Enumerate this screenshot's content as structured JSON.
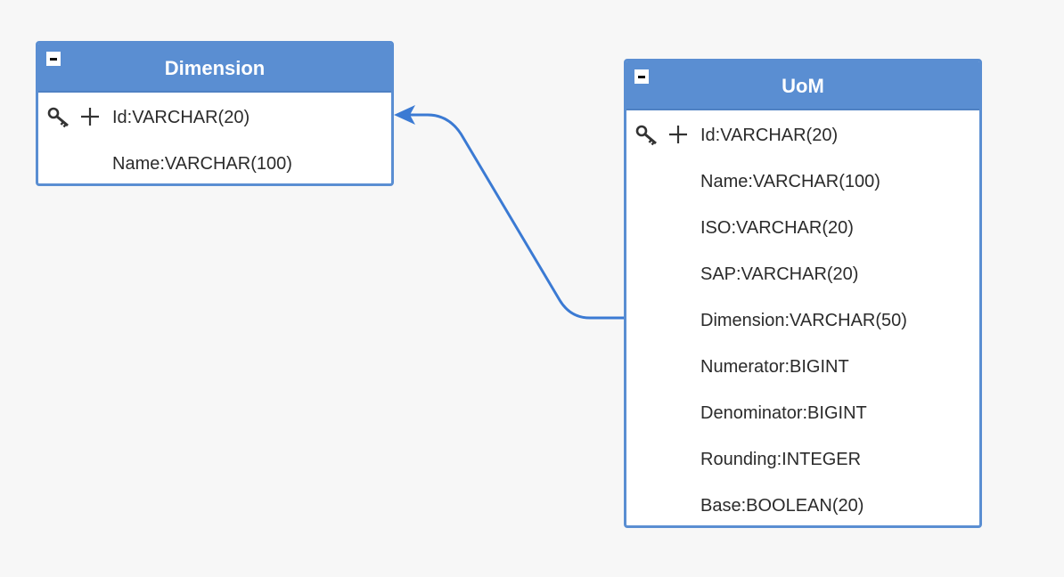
{
  "entities": {
    "dimension": {
      "title": "Dimension",
      "fields": [
        {
          "label": "Id:VARCHAR(20)",
          "primary_key": true
        },
        {
          "label": "Name:VARCHAR(100)",
          "primary_key": false
        }
      ]
    },
    "uom": {
      "title": "UoM",
      "fields": [
        {
          "label": "Id:VARCHAR(20)",
          "primary_key": true
        },
        {
          "label": "Name:VARCHAR(100)",
          "primary_key": false
        },
        {
          "label": "ISO:VARCHAR(20)",
          "primary_key": false
        },
        {
          "label": "SAP:VARCHAR(20)",
          "primary_key": false
        },
        {
          "label": "Dimension:VARCHAR(50)",
          "primary_key": false
        },
        {
          "label": "Numerator:BIGINT",
          "primary_key": false
        },
        {
          "label": "Denominator:BIGINT",
          "primary_key": false
        },
        {
          "label": "Rounding:INTEGER",
          "primary_key": false
        },
        {
          "label": "Base:BOOLEAN(20)",
          "primary_key": false
        }
      ]
    }
  },
  "relationship": {
    "from": "UoM.Dimension",
    "to": "Dimension.Id"
  },
  "icons": {
    "key": "key-icon",
    "plus": "plus-icon",
    "collapse": "minus-square-icon"
  },
  "colors": {
    "header": "#5a8ed2",
    "border": "#5a8ed2",
    "connector": "#3b7ad3",
    "background": "#f7f7f7"
  }
}
